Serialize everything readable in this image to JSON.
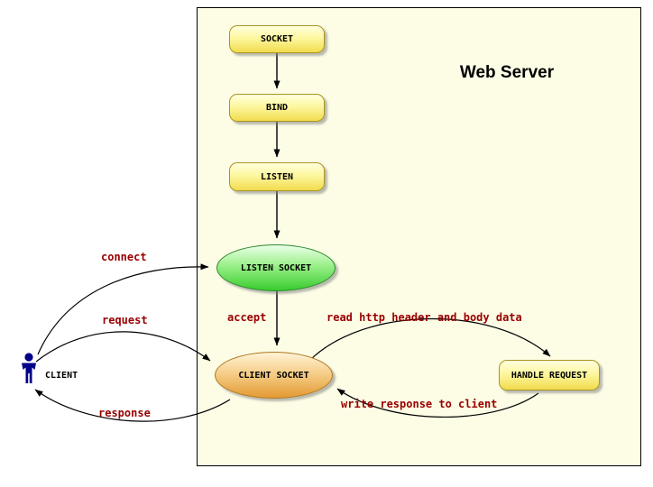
{
  "title": "Web Server",
  "nodes": {
    "socket": {
      "label": "SOCKET"
    },
    "bind": {
      "label": "BIND"
    },
    "listen": {
      "label": "LISTEN"
    },
    "listen_socket": {
      "label": "LISTEN SOCKET"
    },
    "client_socket": {
      "label": "CLIENT SOCKET"
    },
    "handle_request": {
      "label": "HANDLE REQUEST"
    }
  },
  "actor": {
    "label": "CLIENT"
  },
  "edge_labels": {
    "connect": "connect",
    "request": "request",
    "accept": "accept",
    "response": "response",
    "read_http": "read http header and body data",
    "write_response": "write response to client"
  },
  "colors": {
    "server_box_bg": "#fdfde6",
    "node_yellow_top": "#ffffdd",
    "node_yellow_bottom": "#f1dc4e",
    "node_green_top": "#eaffe8",
    "node_green_bottom": "#38cc2e",
    "node_orange_top": "#fff3d8",
    "node_orange_bottom": "#e39a33",
    "edge_label_color": "#990000",
    "actor_icon_color": "#000088",
    "arrow_color": "#000000"
  }
}
